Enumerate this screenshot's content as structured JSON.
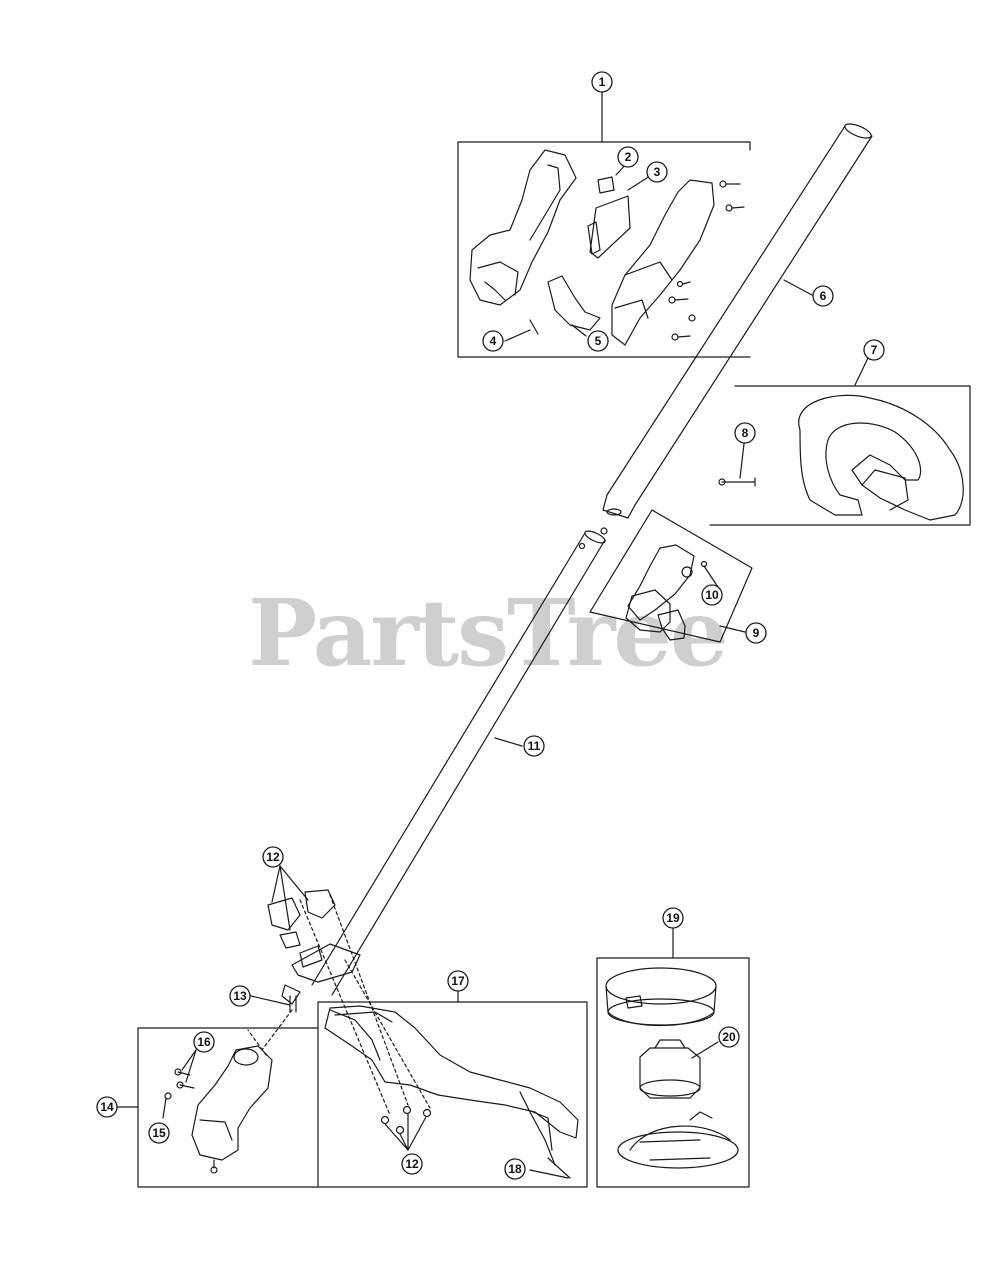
{
  "watermark": "PartsTree",
  "colors": {
    "line": "#1a1a1a",
    "watermark": "#cfcfcf",
    "background": "#ffffff"
  },
  "callouts": {
    "c1": "1",
    "c2": "2",
    "c3": "3",
    "c4": "4",
    "c5": "5",
    "c6": "6",
    "c7": "7",
    "c8": "8",
    "c9": "9",
    "c10": "10",
    "c11": "11",
    "c12a": "12",
    "c12b": "12",
    "c13": "13",
    "c14": "14",
    "c15": "15",
    "c16": "16",
    "c17": "17",
    "c18": "18",
    "c19": "19",
    "c20": "20"
  }
}
